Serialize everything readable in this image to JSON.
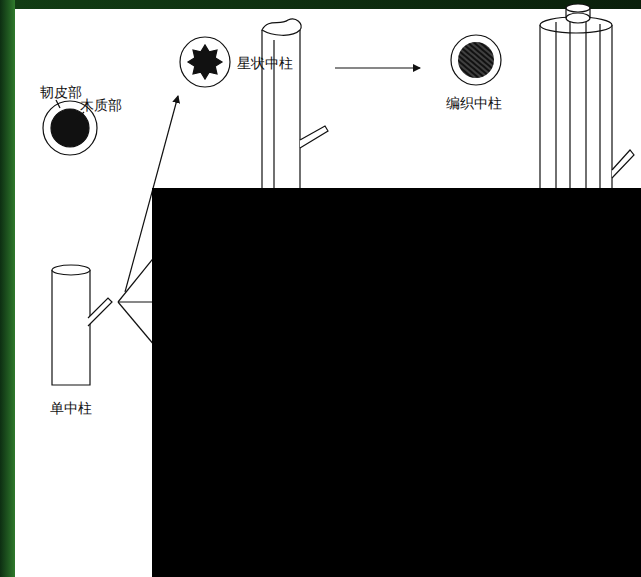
{
  "diagram": {
    "labels": [
      "韧皮部",
      "木质部",
      "星状中柱",
      "编织中柱",
      "单中柱"
    ]
  }
}
